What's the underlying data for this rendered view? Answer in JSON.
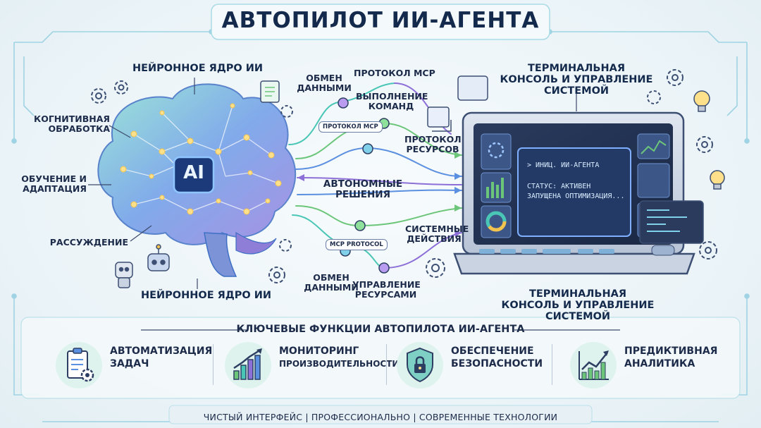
{
  "title": "АВТОПИЛОТ ИИ-АГЕНТА",
  "brain": {
    "top_label": "НЕЙРОННОЕ ЯДРО ИИ",
    "bottom_label": "НЕЙРОННОЕ ЯДРО ИИ",
    "chip": "AI",
    "left_labels": [
      "КОГНИТИВНАЯ ОБРАБОТКА",
      "ОБУЧЕНИЕ И АДАПТАЦИЯ",
      "РАССУЖДЕНИЕ"
    ]
  },
  "flow": {
    "exchange_top": "ОБМЕН ДАННЫМИ",
    "protocol_mcp": "ПРОТОКОЛ MCP",
    "command_exec": "ВЫПОЛНЕНИЕ КОМАНД",
    "pill_top": "ПРОТОКОЛ MCP",
    "resource_protocol": "ПРОТОКОЛ РЕСУРСОВ",
    "autonomous": "АВТОНОМНЫЕ РЕШЕНИЯ",
    "system_actions": "СИСТЕМНЫЕ ДЕЙСТВИЯ",
    "pill_bottom": "MCP PROTOCOL",
    "exchange_bottom": "ОБМЕН ДАННЫМИ",
    "resource_mgmt": "УПРАВЛЕНИЕ РЕСУРСАМИ"
  },
  "terminal": {
    "top_label": "ТЕРМИНАЛЬНАЯ КОНСОЛЬ И УПРАВЛЕНИЕ СИСТЕМОЙ",
    "bottom_label": "ТЕРМИНАЛЬНАЯ КОНСОЛЬ И УПРАВЛЕНИЕ СИСТЕМОЙ",
    "line1": "> ИНИЦ. ИИ-АГЕНТА",
    "line2": "СТАТУС: АКТИВЕН",
    "line3": "ЗАПУЩЕНА ОПТИМИЗАЦИЯ..."
  },
  "features_title": "КЛЮЧЕВЫЕ ФУНКЦИИ АВТОПИЛОТА ИИ-АГЕНТА",
  "features": [
    {
      "title": "АВТОМАТИЗАЦИЯ ЗАДАЧ",
      "icon": "clipboard-gear-icon"
    },
    {
      "title": "МОНИТОРИНГ",
      "subtitle": "ПРОИЗВОДИТЕЛЬНОСТИ",
      "icon": "bar-chart-icon"
    },
    {
      "title": "ОБЕСПЕЧЕНИЕ БЕЗОПАСНОСТИ",
      "icon": "shield-lock-icon"
    },
    {
      "title": "ПРЕДИКТИВНАЯ АНАЛИТИКА",
      "icon": "trend-chart-icon"
    }
  ],
  "footer": "ЧИСТЫЙ ИНТЕРФЕЙС | ПРОФЕССИОНАЛЬНО | СОВРЕМЕННЫЕ ТЕХНОЛОГИИ",
  "colors": {
    "navy": "#142a4c",
    "brain_blue": "#5b8fe0",
    "teal": "#49c6b5",
    "purple": "#8d6fd8",
    "green": "#6cc67a",
    "gold": "#f3c34f"
  }
}
